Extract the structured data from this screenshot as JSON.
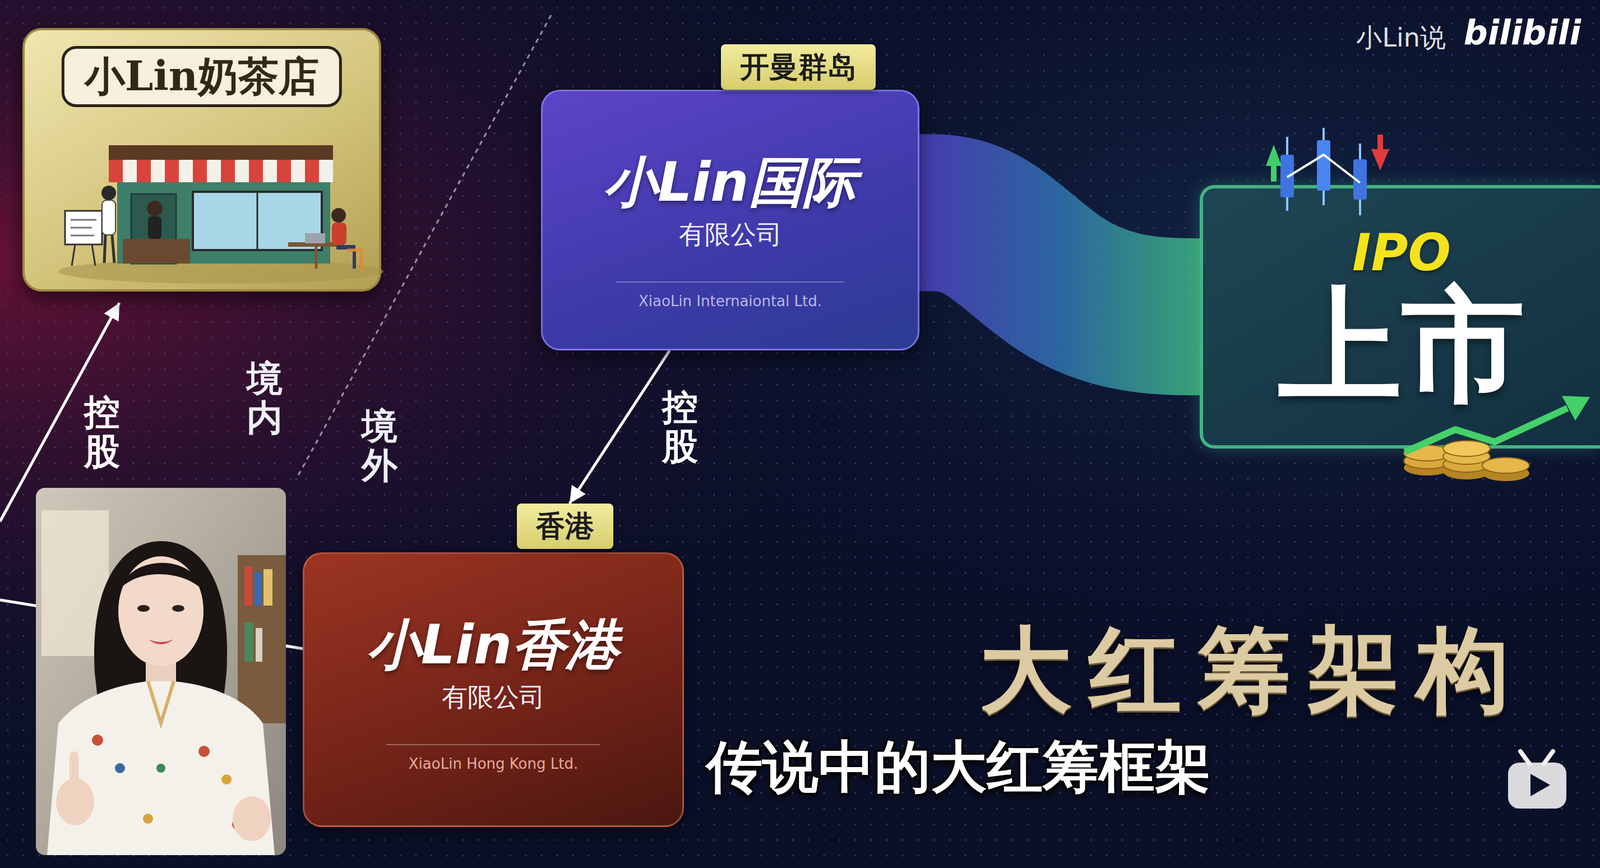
{
  "diagram": {
    "title": "大红筹架构",
    "caption": "传说中的大红筹框架",
    "nodes": [
      {
        "text": [
          "小Lin奶茶店"
        ]
      },
      {
        "text": [
          "开曼群岛",
          "小Lin国际",
          "有限公司",
          "XiaoLin Internaiontal Ltd."
        ]
      },
      {
        "text": [
          "香港",
          "小Lin香港",
          "有限公司",
          "XiaoLin Hong Kong Ltd."
        ]
      },
      {
        "text": [
          "IPO",
          "上市"
        ]
      }
    ],
    "edges": [
      {
        "from": 1,
        "to": 2,
        "label": "控股",
        "arrow": "to"
      },
      {
        "from": 1,
        "to": 3,
        "arrow": "none"
      }
    ],
    "labels": [
      "控股",
      "境内",
      "境外",
      "小Lin说",
      "bilibili"
    ]
  }
}
